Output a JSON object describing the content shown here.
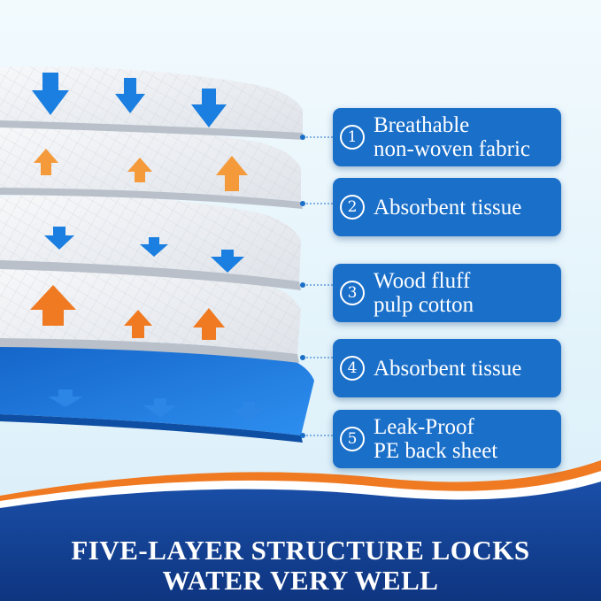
{
  "layers": [
    {
      "number": "1",
      "line1": "Breathable",
      "line2": "non-woven fabric"
    },
    {
      "number": "2",
      "line1": "Absorbent tissue",
      "line2": ""
    },
    {
      "number": "3",
      "line1": "Wood fluff",
      "line2": "pulp cotton"
    },
    {
      "number": "4",
      "line1": "Absorbent tissue",
      "line2": ""
    },
    {
      "number": "5",
      "line1": "Leak-Proof",
      "line2": "PE back sheet"
    }
  ],
  "banner": {
    "line1": "FIVE-LAYER STRUCTURE LOCKS",
    "line2": "WATER VERY WELL"
  },
  "colors": {
    "label_bg": "#1a6fc9",
    "banner_bg": "#123f92",
    "accent_orange": "#f07a22",
    "arrow_blue": "#1a7fe0",
    "arrow_orange": "#f59a3a",
    "sheet_white": "#eef0f3",
    "back_sheet_blue": "#1e7fe0"
  },
  "icons": [
    "arrow-down-icon",
    "arrow-up-icon"
  ]
}
